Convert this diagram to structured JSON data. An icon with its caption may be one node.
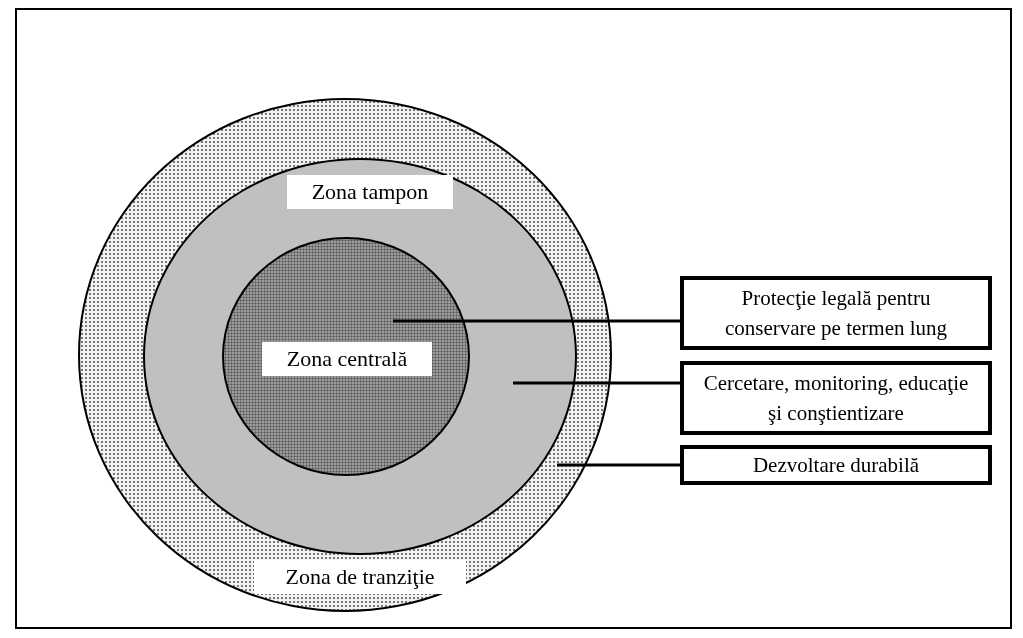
{
  "diagram": {
    "nodes": [
      {
        "text": [
          "Zona de tranziţie"
        ]
      },
      {
        "text": [
          "Zona tampon"
        ],
        "in": 0
      },
      {
        "text": [
          "Zona centrală"
        ],
        "in": 1
      },
      {
        "text": [
          "Protecţie legală pentru conservare pe termen lung"
        ]
      },
      {
        "text": [
          "Cercetare, monitoring, educaţie şi conştientizare"
        ]
      },
      {
        "text": [
          "Dezvoltare durabilă"
        ]
      }
    ],
    "edges": [
      {
        "from": 3,
        "to": 2,
        "arrow": "none"
      },
      {
        "from": 4,
        "to": 1,
        "arrow": "none"
      },
      {
        "from": 5,
        "to": 0,
        "arrow": "none"
      }
    ]
  }
}
